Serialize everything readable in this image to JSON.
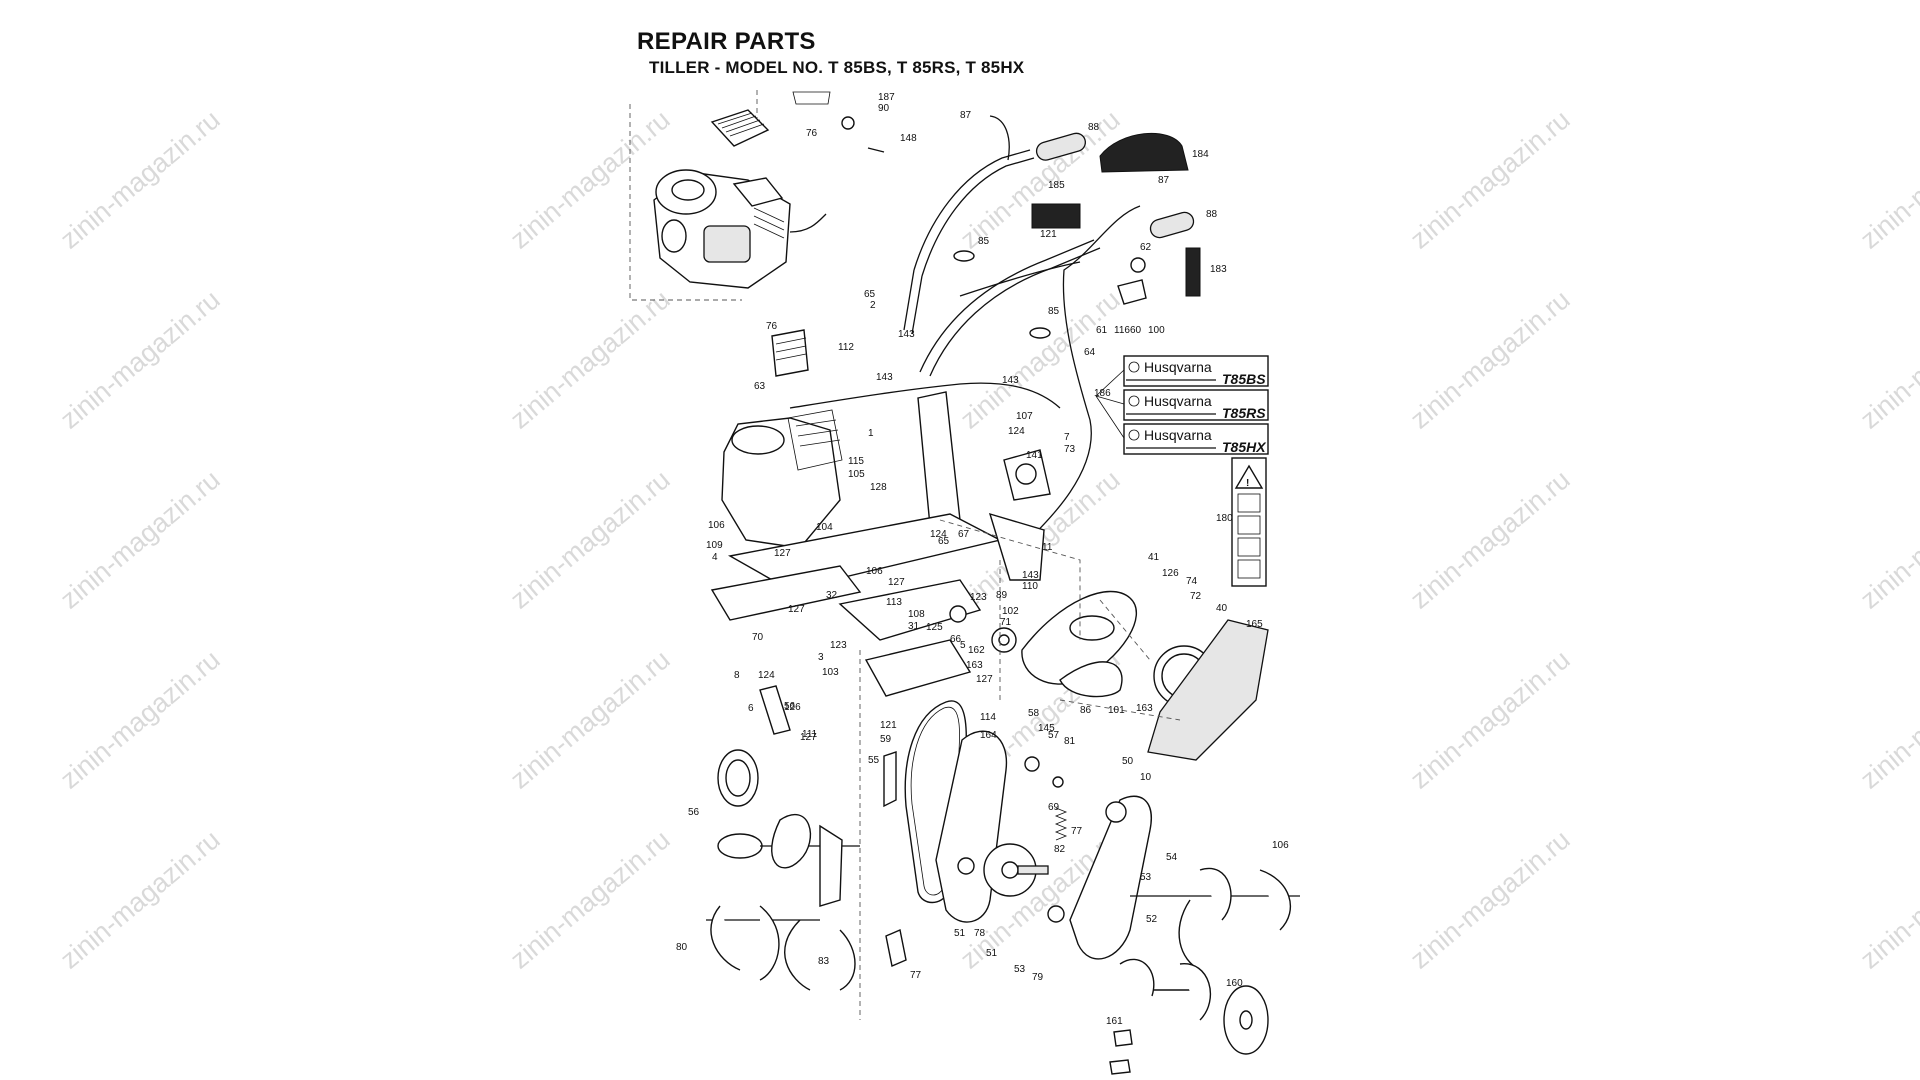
{
  "header": {
    "title": "REPAIR PARTS",
    "subtitle": "TILLER - MODEL NO. T 85BS, T 85RS, T 85HX"
  },
  "watermark": {
    "text": "zinin-magazin.ru",
    "color": "#d9d9d9"
  },
  "decals": {
    "brand": "Husqvarna",
    "models": [
      "T85BS",
      "T85RS",
      "T85HX"
    ]
  },
  "callouts": [
    "187",
    "90",
    "76",
    "148",
    "87",
    "88",
    "184",
    "185",
    "87",
    "88",
    "121",
    "85",
    "62",
    "183",
    "65",
    "2",
    "61",
    "116",
    "60",
    "100",
    "85",
    "76",
    "112",
    "143",
    "143",
    "64",
    "186",
    "143",
    "63",
    "107",
    "124",
    "1",
    "141",
    "7",
    "73",
    "115",
    "105",
    "128",
    "106",
    "180",
    "104",
    "124",
    "67",
    "65",
    "11",
    "109",
    "4",
    "127",
    "126",
    "41",
    "74",
    "143",
    "106",
    "110",
    "127",
    "89",
    "72",
    "40",
    "32",
    "113",
    "123",
    "102",
    "108",
    "31",
    "165",
    "127",
    "125",
    "66",
    "5",
    "71",
    "70",
    "123",
    "162",
    "3",
    "163",
    "86",
    "101",
    "163",
    "103",
    "127",
    "8",
    "124",
    "145",
    "126",
    "164",
    "56",
    "6",
    "114",
    "58",
    "121",
    "111",
    "57",
    "127",
    "59",
    "81",
    "50",
    "10",
    "55",
    "69",
    "77",
    "56",
    "54",
    "82",
    "106",
    "53",
    "51",
    "78",
    "52",
    "51",
    "53",
    "79",
    "83",
    "80",
    "77",
    "160",
    "161"
  ]
}
